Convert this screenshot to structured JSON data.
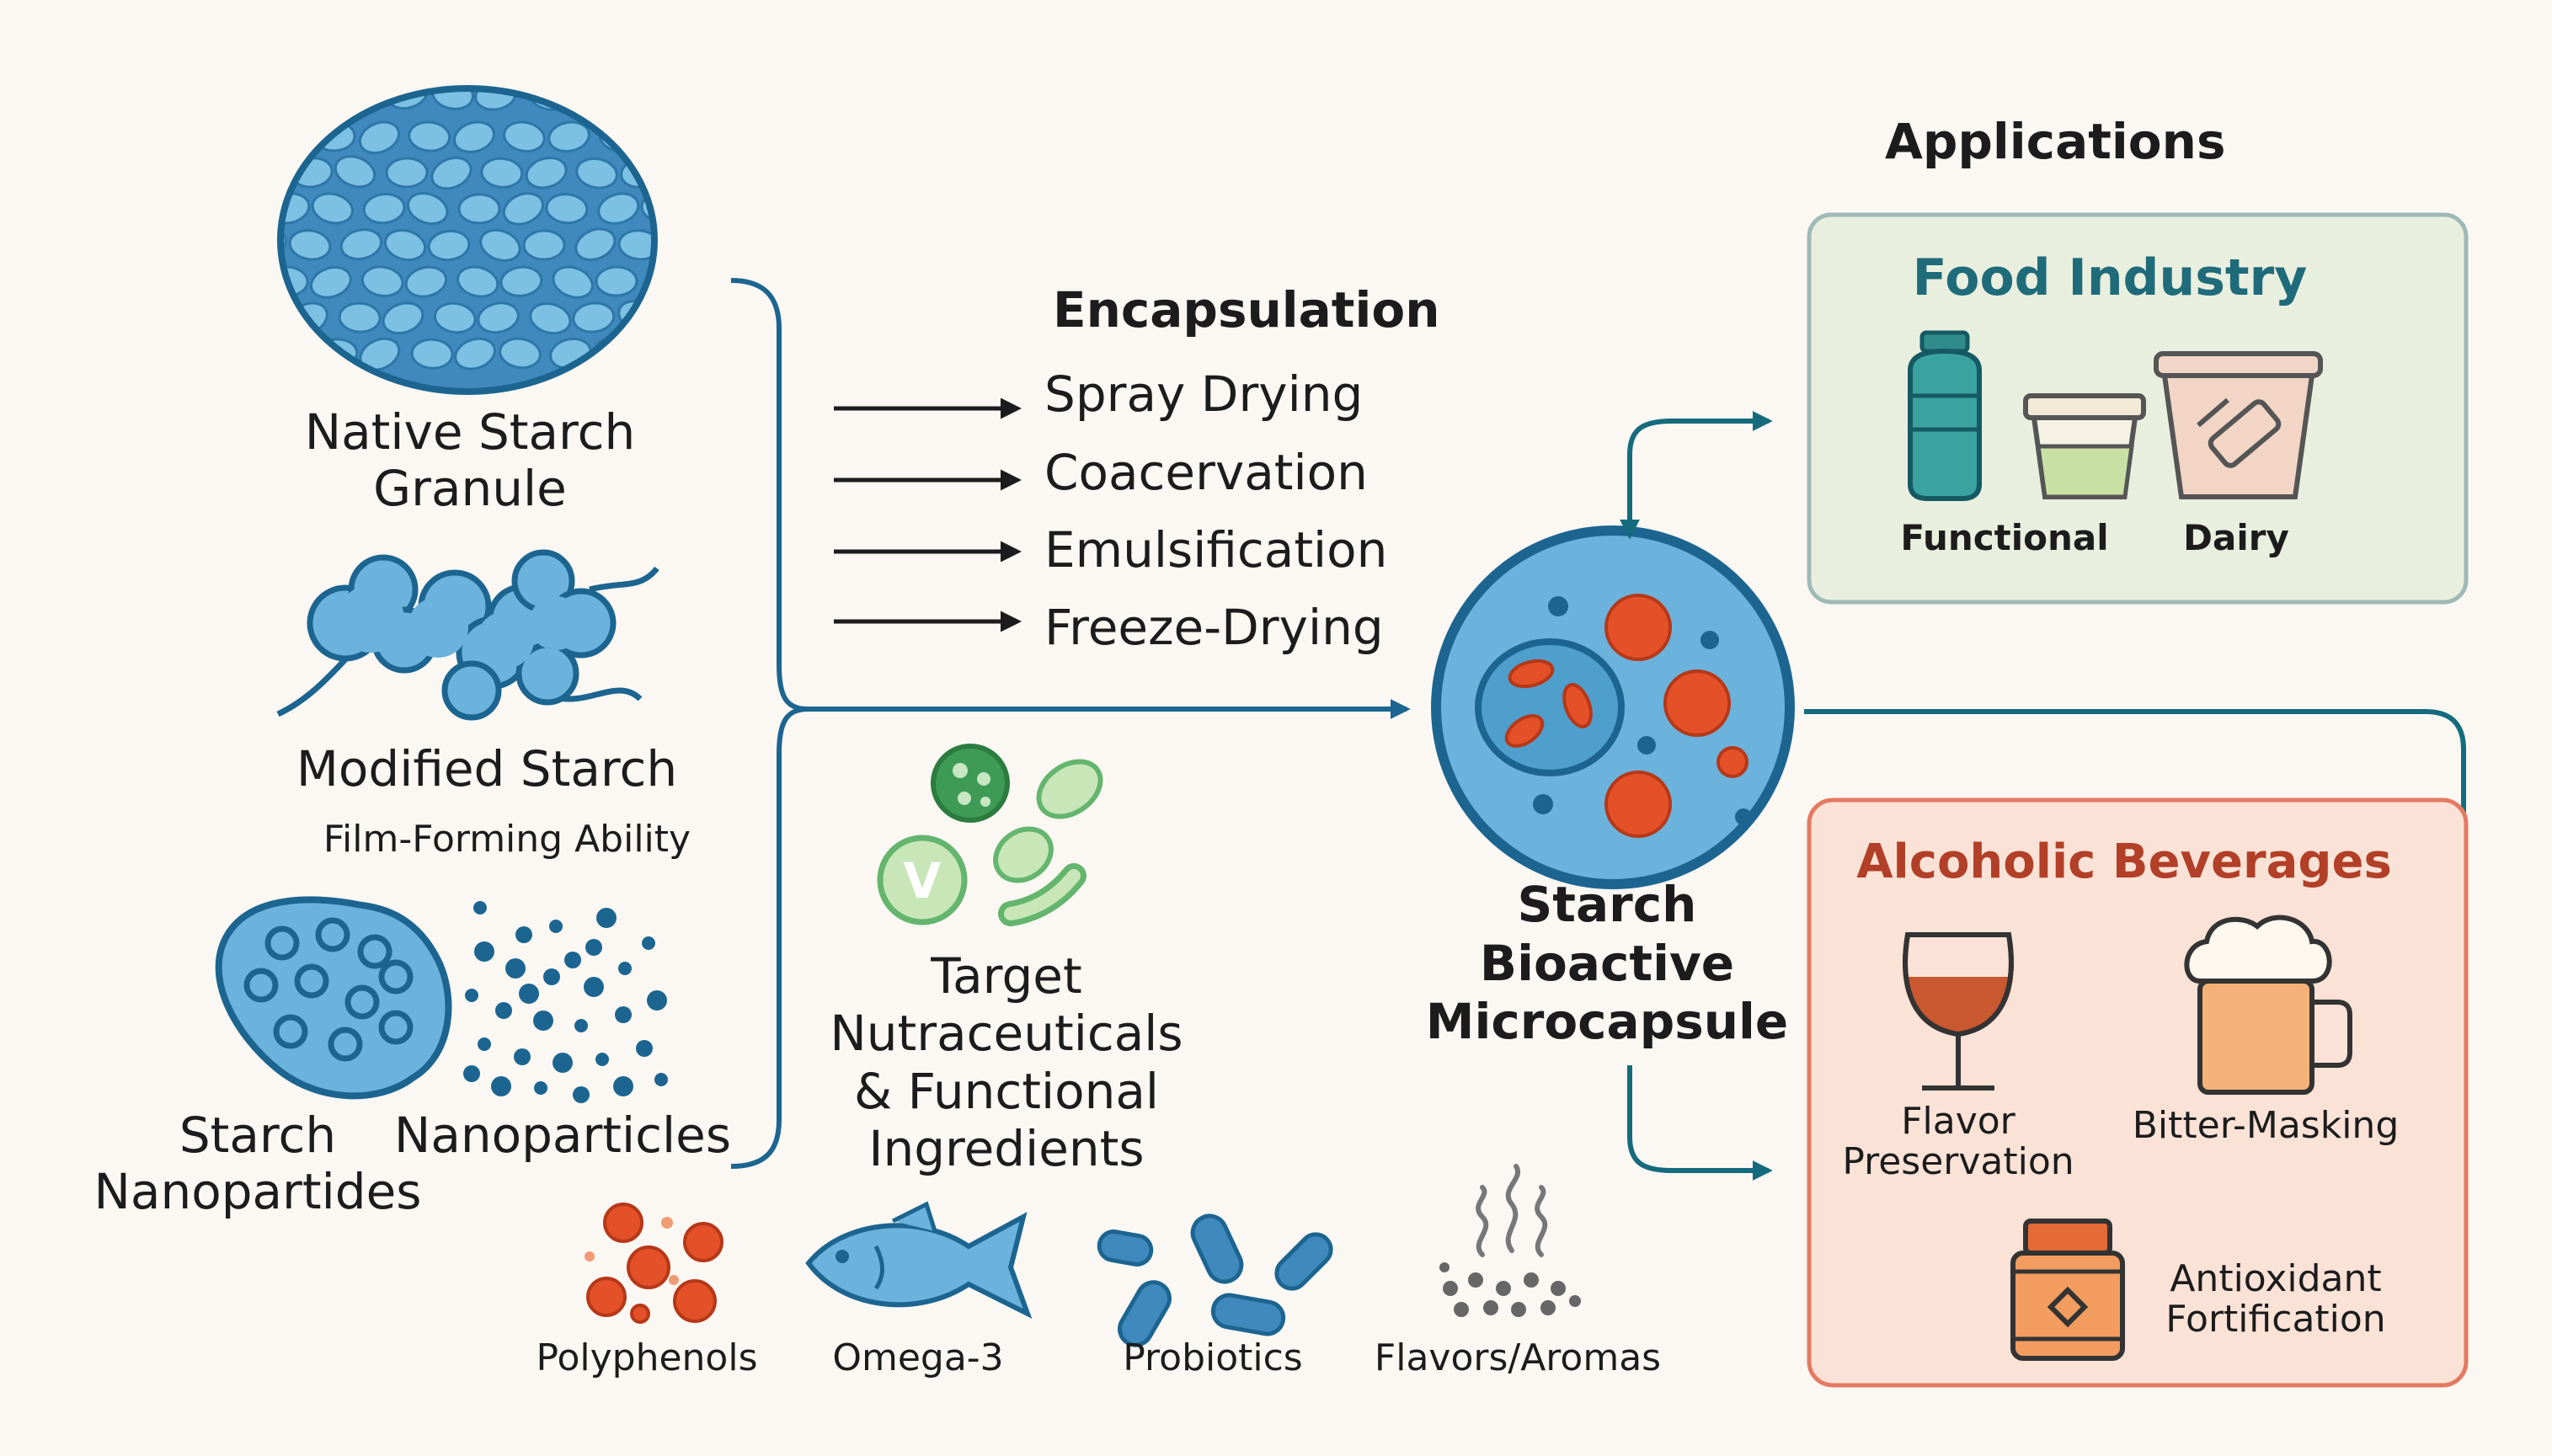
{
  "colors": {
    "background": "#fbf8f3",
    "starch_blue": "#6bb3dc",
    "starch_dark": "#1d6591",
    "teal": "#156b7d",
    "green": "#64b56e",
    "food_panel": "#e9efdf",
    "food_title": "#1f6b79",
    "alcohol_panel": "#fbe2d7",
    "alcohol_title": "#b23f27",
    "red_dot": "#e45128"
  },
  "starch_sources": {
    "native": "Native Starch\nGranule",
    "modified": "Modified Starch",
    "modified_sub": "Film-Forming Ability",
    "nano_starch": "Starch\nNanopartides",
    "nanoparticles": "Nanoparticles"
  },
  "encapsulation": {
    "title": "Encapsulation",
    "methods": [
      "Spray Drying",
      "Coacervation",
      "Emulsification",
      "Freeze-Drying"
    ]
  },
  "targets": {
    "label": "Target\nNutraceuticals\n& Functional\nIngredients",
    "items": [
      {
        "label": "Polyphenols",
        "icon": "polyphenol-icon"
      },
      {
        "label": "Omega-3",
        "icon": "fish-icon"
      },
      {
        "label": "Probiotics",
        "icon": "bacteria-icon"
      },
      {
        "label": "Flavors/Aromas",
        "icon": "aroma-icon"
      }
    ],
    "vitamin_letter": "V"
  },
  "microcapsule": {
    "label": "Starch\nBioactive\nMicrocapsule"
  },
  "applications": {
    "title": "Applications",
    "food": {
      "title": "Food Industry",
      "items": [
        {
          "label": "Functional",
          "icon": "bottle-icon"
        },
        {
          "label": "Dairy",
          "icon": "cup-icon"
        }
      ]
    },
    "alcohol": {
      "title": "Alcoholic Beverages",
      "items": [
        {
          "label": "Flavor\nPreservation",
          "icon": "wine-glass-icon"
        },
        {
          "label": "Bitter-Masking",
          "icon": "beer-mug-icon"
        },
        {
          "label": "Antioxidant\nFortification",
          "icon": "supplement-jar-icon"
        }
      ]
    }
  }
}
